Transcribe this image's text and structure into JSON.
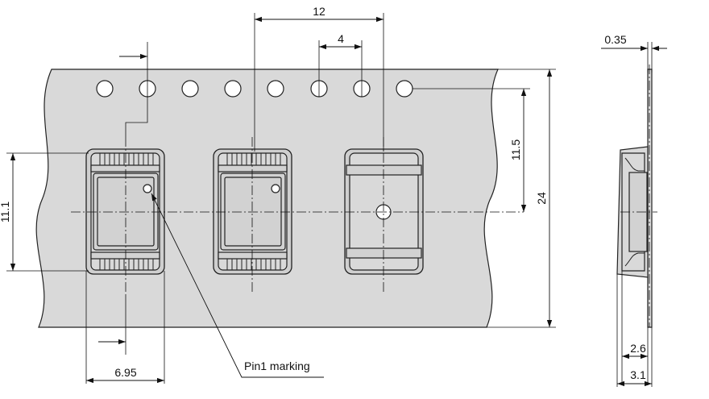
{
  "labels": {
    "sprocket_pitch": "4",
    "pocket_pitch": "12",
    "pocket_width": "6.95",
    "pocket_length": "11.1",
    "hole_to_pocket_center": "11.5",
    "tape_width": "24",
    "tape_thickness": "0.35",
    "pocket_depth": "2.6",
    "total_height": "3.1",
    "pin1": "Pin1 marking"
  },
  "colors": {
    "tape_fill": "#d9d9d9",
    "outline": "#222222"
  }
}
